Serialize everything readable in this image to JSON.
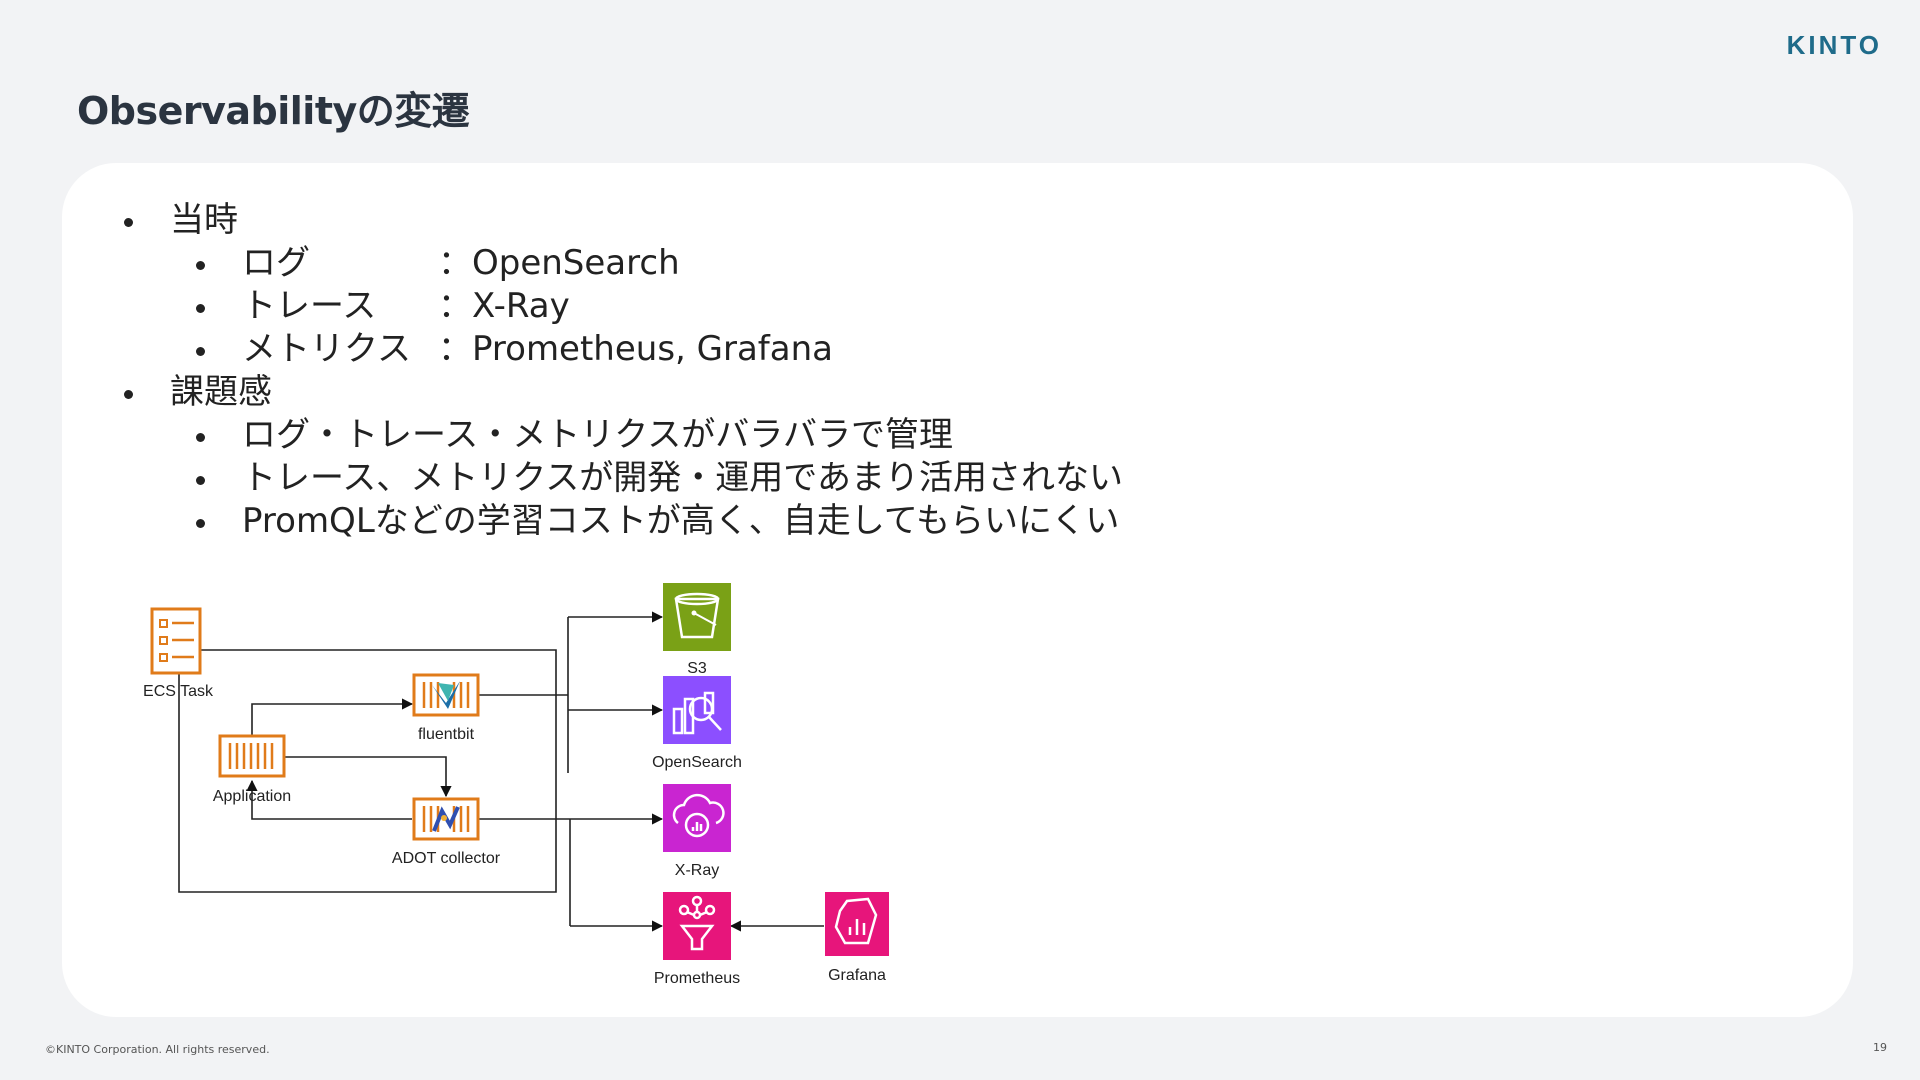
{
  "logo": "KINTO",
  "title": "Observabilityの変遷",
  "section1": {
    "heading": "当時",
    "items": [
      {
        "key": "ログ",
        "value": "：OpenSearch"
      },
      {
        "key": "トレース",
        "value": "：X-Ray"
      },
      {
        "key": "メトリクス",
        "value": "：Prometheus, Grafana"
      }
    ]
  },
  "section2": {
    "heading": "課題感",
    "items": [
      "ログ・トレース・メトリクスがバラバラで管理",
      "トレース、メトリクスが開発・運用であまり活用されない",
      "PromQLなどの学習コストが高く、自走してもらいにくい"
    ]
  },
  "diagram": {
    "ecs_task": "ECS Task",
    "fluentbit": "fluentbit",
    "application": "Application",
    "adot": "ADOT collector",
    "s3": "S3",
    "opensearch": "OpenSearch",
    "xray": "X-Ray",
    "prometheus": "Prometheus",
    "grafana": "Grafana",
    "colors": {
      "orange": "#e07b1a",
      "s3": "#7aa116",
      "opensearch": "#8c4fff",
      "xray": "#c925d1",
      "prometheus": "#e7157b",
      "grafana": "#e7157b"
    }
  },
  "footer": "©KINTO Corporation. All rights reserved.",
  "page_number": "19"
}
